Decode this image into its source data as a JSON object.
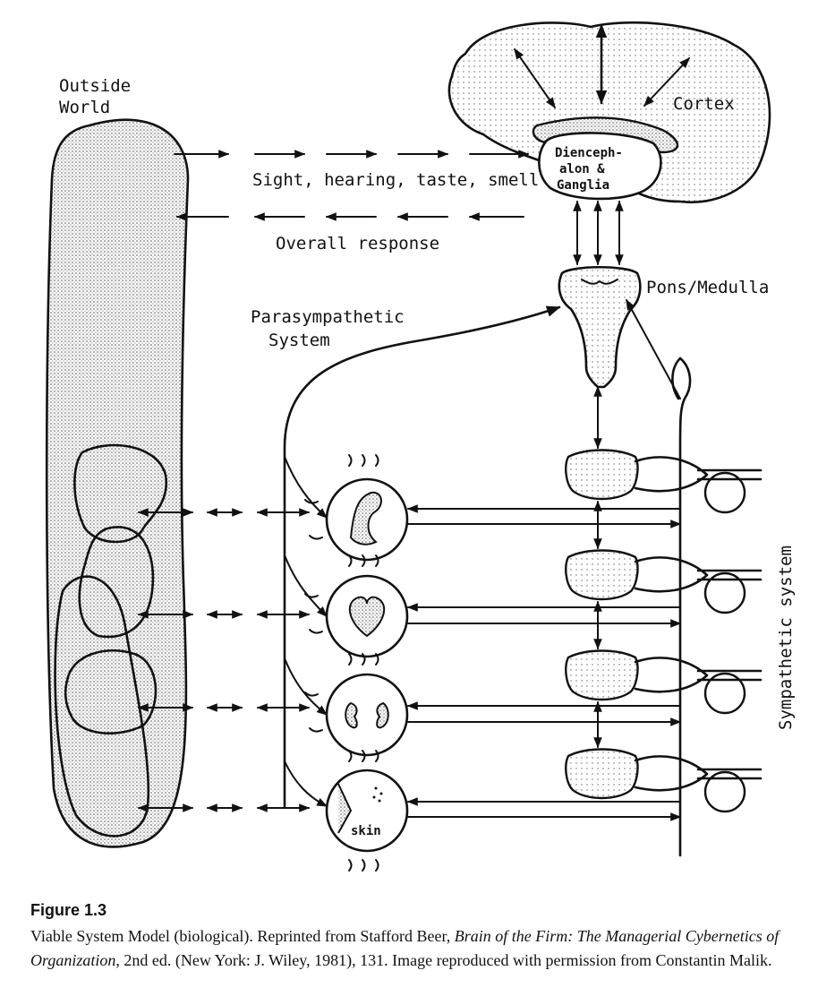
{
  "labels": {
    "outside_world_1": "Outside",
    "outside_world_2": "World",
    "cortex": "Cortex",
    "dien_1": "Dienceph-",
    "dien_2": "alon &",
    "dien_3": "Ganglia",
    "sight": "Sight, hearing, taste, smell",
    "response": "Overall response",
    "pons": "Pons/Medulla",
    "para_1": "Parasympathetic",
    "para_2": "System",
    "sympathetic": "Sympathetic system",
    "skin": "skin"
  },
  "organs": [
    "muscle-icon",
    "heart-icon",
    "kidney-icon",
    "skin-icon"
  ],
  "caption": {
    "figure_number": "Figure 1.3",
    "text_before_title": "Viable System Model (biological). Reprinted from Stafford Beer, ",
    "title_1": "Brain of the Firm: The Managerial Cybernetics of Organization",
    "text_after_title": ", 2nd ed. (New York: J. Wiley, 1981), 131. Image reproduced with permission from Constantin Malik."
  }
}
